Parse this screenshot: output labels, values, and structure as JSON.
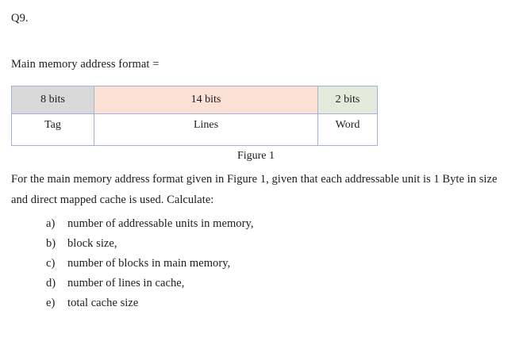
{
  "document": {
    "question_label": "Q9.",
    "intro_line": "Main memory address format =",
    "figure_caption": "Figure 1",
    "body_paragraph": "For the main memory address format given in Figure 1, given that each addressable unit is 1 Byte in size and direct mapped cache is used. Calculate:"
  },
  "address_format_table": {
    "bits_row": [
      {
        "label": "8 bits",
        "bg": "#d9d9d9"
      },
      {
        "label": "14 bits",
        "bg": "#fbe0d5"
      },
      {
        "label": "2 bits",
        "bg": "#e2ebda"
      }
    ],
    "names_row": [
      {
        "label": "Tag"
      },
      {
        "label": "Lines"
      },
      {
        "label": "Word"
      }
    ],
    "border_color": "#a3b1d6"
  },
  "tasks": [
    {
      "marker": "a)",
      "text": "number of addressable units in memory,"
    },
    {
      "marker": "b)",
      "text": "block size,"
    },
    {
      "marker": "c)",
      "text": "number of blocks in main memory,"
    },
    {
      "marker": "d)",
      "text": "number of lines in cache,"
    },
    {
      "marker": "e)",
      "text": "total cache size"
    }
  ]
}
